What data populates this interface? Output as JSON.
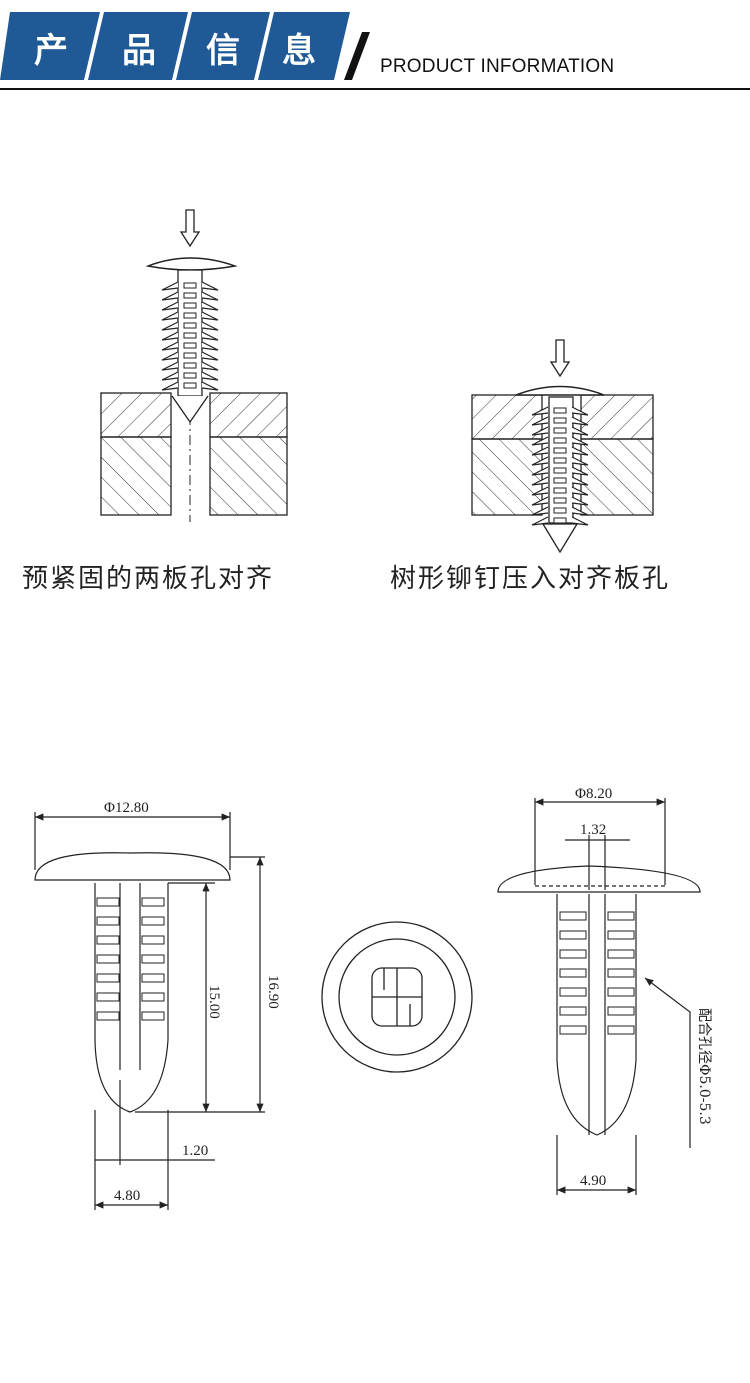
{
  "header": {
    "chars": [
      "产",
      "品",
      "信",
      "息"
    ],
    "subtitle": "PRODUCT INFORMATION",
    "accent": "#1f5a96",
    "accent_dark": "#163f6c"
  },
  "captions": {
    "left": "预紧固的两板孔对齐",
    "right": "树形铆钉压入对齐板孔"
  },
  "dimensions": {
    "head_diameter_left": "Φ12.80",
    "total_length": "16.90",
    "shank_length": "15.00",
    "slot_width": "1.20",
    "shank_width_left": "4.80",
    "head_diameter_right": "Φ8.20",
    "slot_gap": "1.32",
    "shank_width_right": "4.90",
    "hole_note": "配合孔径Φ5.0-5.3"
  }
}
